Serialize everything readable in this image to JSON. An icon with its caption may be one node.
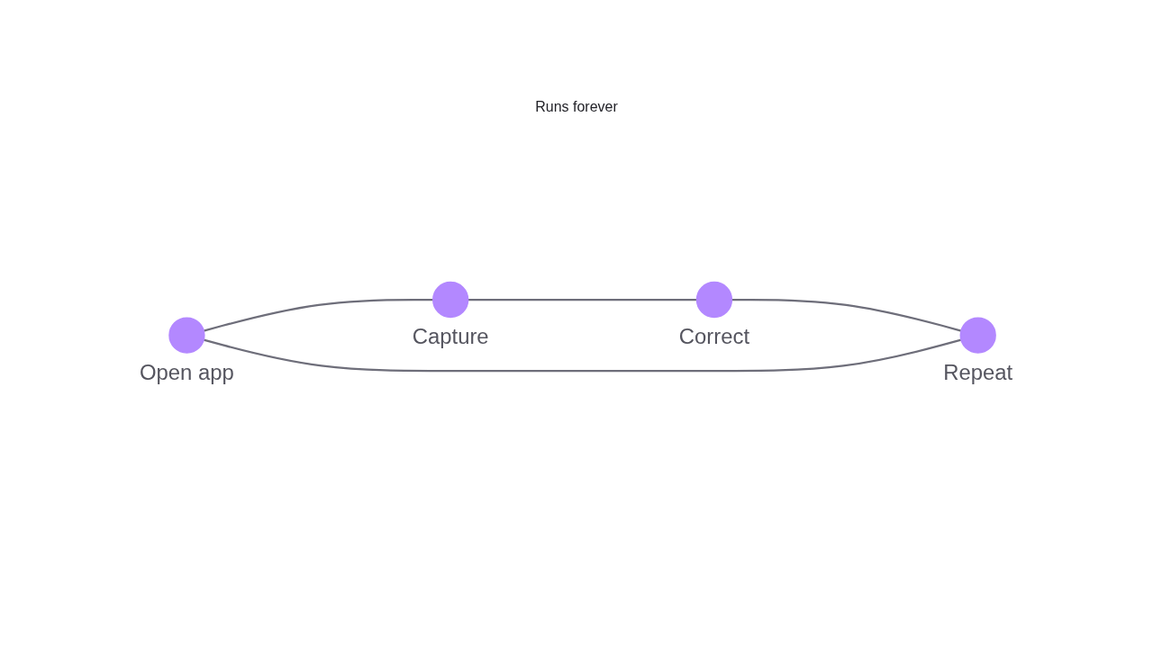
{
  "diagram": {
    "nodes": [
      {
        "text": [],
        "shape": "circle",
        "beside": [
          "Open app"
        ]
      },
      {
        "text": [],
        "shape": "circle",
        "beside": [
          "Capture"
        ]
      },
      {
        "text": [],
        "shape": "circle",
        "beside": [
          "Correct"
        ]
      },
      {
        "text": [],
        "shape": "circle",
        "beside": [
          "Repeat"
        ]
      }
    ],
    "edges": [
      {
        "from": 0,
        "to": 1,
        "arrow": "none"
      },
      {
        "from": 1,
        "to": 2,
        "arrow": "none"
      },
      {
        "from": 2,
        "to": 3,
        "arrow": "none"
      },
      {
        "from": 3,
        "to": 0,
        "arrow": "none"
      }
    ],
    "labels": [
      "Runs forever"
    ]
  }
}
